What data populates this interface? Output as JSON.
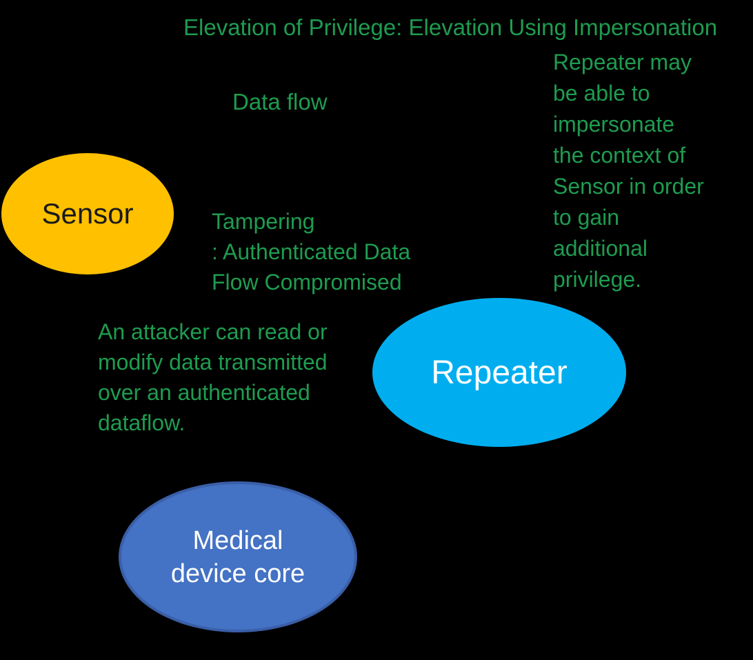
{
  "colors": {
    "background": "#000000",
    "annotation_green": "#1E9C50",
    "sensor_fill": "#FFC000",
    "sensor_text": "#1A1A1A",
    "repeater_fill": "#00AEEF",
    "medical_fill": "#4472C4",
    "medical_border": "#3A5FA8",
    "node_text": "#FFFFFF"
  },
  "header": {
    "title": "Elevation of Privilege: Elevation Using Impersonation"
  },
  "annotations": {
    "data_flow_label": "Data flow",
    "impersonation_note_lines": [
      "Repeater may",
      "be able to",
      "impersonate",
      "the context of",
      "Sensor in order",
      "to gain",
      "additional",
      "privilege."
    ],
    "threat_title_lines": [
      "Tampering",
      ": Authenticated Data",
      "Flow Compromised"
    ],
    "threat_description_lines": [
      "An attacker can read or",
      "modify data transmitted",
      "over an authenticated",
      "dataflow."
    ]
  },
  "nodes": {
    "sensor": {
      "label": "Sensor"
    },
    "repeater": {
      "label": "Repeater"
    },
    "medical_device_core": {
      "label_lines": [
        "Medical",
        "device core"
      ]
    }
  }
}
